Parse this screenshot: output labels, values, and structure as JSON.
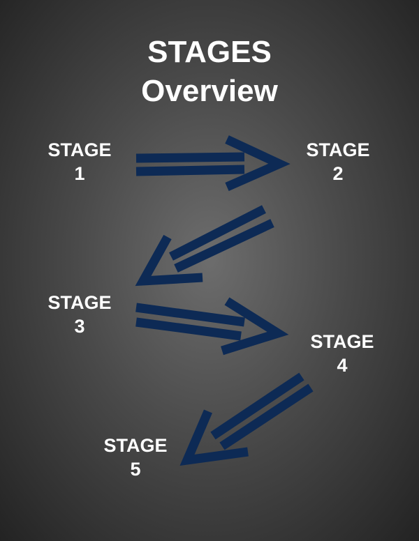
{
  "title": {
    "line1": "STAGES",
    "line2": "Overview"
  },
  "stages": [
    {
      "word": "STAGE",
      "number": "1"
    },
    {
      "word": "STAGE",
      "number": "2"
    },
    {
      "word": "STAGE",
      "number": "3"
    },
    {
      "word": "STAGE",
      "number": "4"
    },
    {
      "word": "STAGE",
      "number": "5"
    }
  ],
  "colors": {
    "arrow": "#0d2a55",
    "text": "#ffffff"
  }
}
